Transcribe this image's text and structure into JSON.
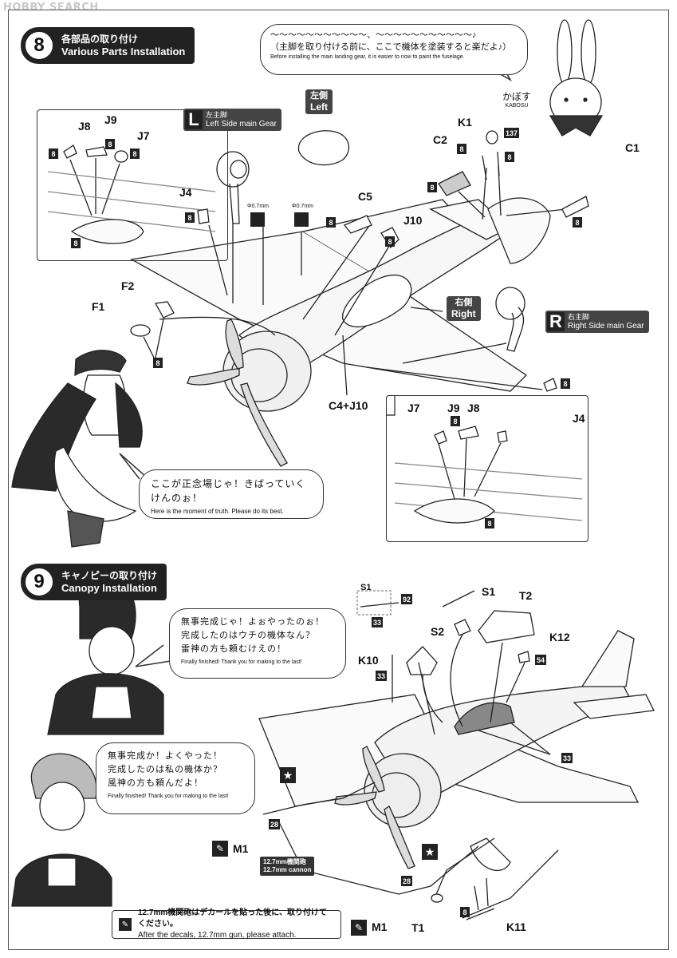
{
  "watermark": "HOBBY SEARCH",
  "step8": {
    "number": "8",
    "title_jp": "各部品の取り付け",
    "title_en": "Various Parts Installation"
  },
  "top_bubble": {
    "wave": "〜〜〜〜〜〜〜〜〜〜〜、〜〜〜〜〜〜〜〜〜〜〜♪",
    "jp": "（主脚を取り付ける前に、ここで機体を塗装すると楽だよ♪）",
    "en": "Before installing the main landing gear, it is easier to now to paint the fuselage."
  },
  "mascot": {
    "name_jp": "かぼす",
    "name_en": "KABOSU"
  },
  "left_gear": {
    "letter": "L",
    "jp": "左主脚",
    "en": "Left Side main Gear"
  },
  "right_gear": {
    "letter": "R",
    "jp": "右主脚",
    "en": "Right Side main Gear"
  },
  "left_tank": {
    "jp": "左側",
    "en": "Left"
  },
  "right_tank": {
    "jp": "右側",
    "en": "Right"
  },
  "drill": "Φ0.7mm",
  "step8_parts": {
    "j8": "J8",
    "j9": "J9",
    "j7": "J7",
    "j4": "J4",
    "f2": "F2",
    "f1": "F1",
    "c5": "C5",
    "j10": "J10",
    "k1": "K1",
    "c2": "C2",
    "c1": "C1",
    "c4j10": "C4+J10",
    "j4b": "J4",
    "j7b": "J7",
    "j9b": "J9",
    "j8b": "J8"
  },
  "badges": {
    "eight": "8",
    "b137": "137",
    "b92": "92",
    "b33": "33",
    "b54": "54",
    "b28": "28"
  },
  "bubble_truth": {
    "jp_line1": "ここが正念場じゃ！きばっていく",
    "jp_line2": "けんのぉ！",
    "en": "Here is the moment of truth. Please do its best."
  },
  "step9": {
    "number": "9",
    "title_jp": "キャノピーの取り付け",
    "title_en": "Canopy Installation"
  },
  "step9_parts": {
    "s1": "S1",
    "t2": "T2",
    "s2": "S2",
    "k12": "K12",
    "k10": "K10",
    "m1": "M1",
    "m1b": "M1",
    "t1": "T1",
    "k11": "K11",
    "s1_inset": "S1"
  },
  "bubble_finished_a": {
    "jp_line1": "無事完成じゃ！よぉやったのぉ！",
    "jp_line2": "完成したのはウチの機体なん？",
    "jp_line3": "雷神の方も頼むけえの！",
    "en": "Finally finished! Thank you for making to the last!"
  },
  "bubble_finished_b": {
    "jp_line1": "無事完成か！よくやった！",
    "jp_line2": "完成したのは私の機体か？",
    "jp_line3": "風神の方も頼んだよ！",
    "en": "Finally finished! Thank you for making to the last!"
  },
  "cannon_tag": {
    "jp": "12.7mm機関砲",
    "en": "12.7mm cannon"
  },
  "bottom_note": {
    "jp": "12.7mm機関砲はデカールを貼った後に、取り付けてください。",
    "en": "After the decals, 12.7mm gun, please attach."
  }
}
